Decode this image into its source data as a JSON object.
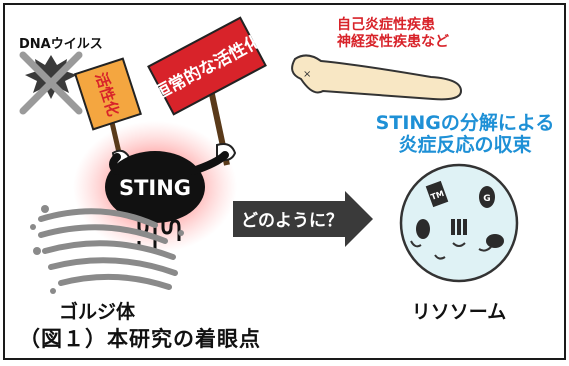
{
  "virus_label": "DNAウイルス",
  "disease_label_1": "自己炎症性疾患",
  "disease_label_2": "神経変性疾患など",
  "sign_small": "活性化",
  "sign_large": "恒常的な活性化",
  "sting_label": "STING",
  "degradation_label_1": "STINGの分解による",
  "degradation_label_2": "炎症反応の収束",
  "arrow_label": "どのように？",
  "golgi_label": "ゴルジ体",
  "lysosome_label": "リソソーム",
  "caption": "（図１）本研究の着眼点",
  "fragment_labels": [
    "TM",
    "G"
  ],
  "colors": {
    "red": "#d8232a",
    "blue": "#1e90d6",
    "sign_orange": "#f4a640",
    "lysosome_fill": "#dff2f5",
    "golgi_gray": "#8a8a8a"
  }
}
